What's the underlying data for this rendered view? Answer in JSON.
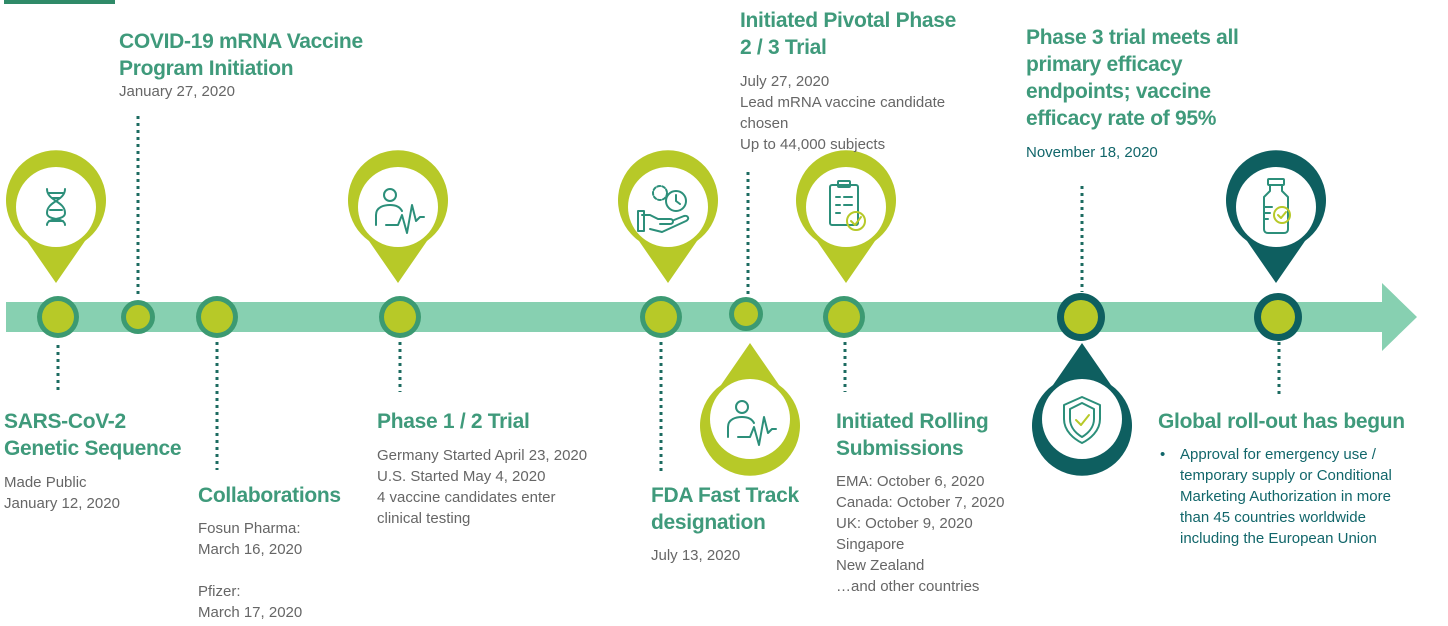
{
  "colors": {
    "arrow": "#87d0b1",
    "node_fill": "#b7c928",
    "node_ring": "#3c9a72",
    "dark_teal": "#0e5f60",
    "title_green": "#3f9a7b",
    "body_text": "#666666",
    "teal_text": "#11666a",
    "corner_tab": "#2f8a68"
  },
  "milestones": [
    {
      "id": "sars",
      "title": "SARS-CoV-2\nGenetic Sequence",
      "body": "Made Public\nJanuary 12, 2020",
      "icon": "dna-icon"
    },
    {
      "id": "covid-program",
      "title": "COVID-19 mRNA Vaccine\nProgram Initiation",
      "date": "January 27, 2020"
    },
    {
      "id": "collaborations",
      "title": "Collaborations",
      "body": "Fosun Pharma:\nMarch 16, 2020\n\nPfizer:\nMarch 17, 2020"
    },
    {
      "id": "phase12",
      "title": "Phase 1 / 2 Trial",
      "body": "Germany Started April 23, 2020\nU.S. Started May 4, 2020\n4 vaccine candidates enter\nclinical testing",
      "icon": "patient-heartbeat-icon"
    },
    {
      "id": "fda",
      "title": "FDA Fast Track\ndesignation",
      "date": "July 13, 2020",
      "icon": "hand-gear-clock-icon"
    },
    {
      "id": "pivotal",
      "title": "Initiated Pivotal Phase\n2 / 3 Trial",
      "body": "July 27, 2020\nLead mRNA vaccine candidate\nchosen\nUp to 44,000 subjects",
      "icon": "patient-heartbeat-icon"
    },
    {
      "id": "rolling",
      "title": "Initiated Rolling\nSubmissions",
      "body": "EMA:  October 6, 2020\nCanada: October 7, 2020\nUK: October 9, 2020\nSingapore\nNew Zealand\n…and other countries",
      "icon": "clipboard-check-icon"
    },
    {
      "id": "phase3",
      "title": "Phase 3 trial meets all\nprimary efficacy\nendpoints; vaccine\nefficacy rate of 95%",
      "date": "November 18, 2020",
      "icon": "shield-check-icon"
    },
    {
      "id": "global",
      "title": "Global roll-out has begun",
      "bullets": [
        "Approval for emergency use /\ntemporary supply or Conditional\nMarketing Authorization in more\nthan 45 countries worldwide\nincluding the European Union"
      ],
      "icon": "vial-check-icon"
    }
  ]
}
